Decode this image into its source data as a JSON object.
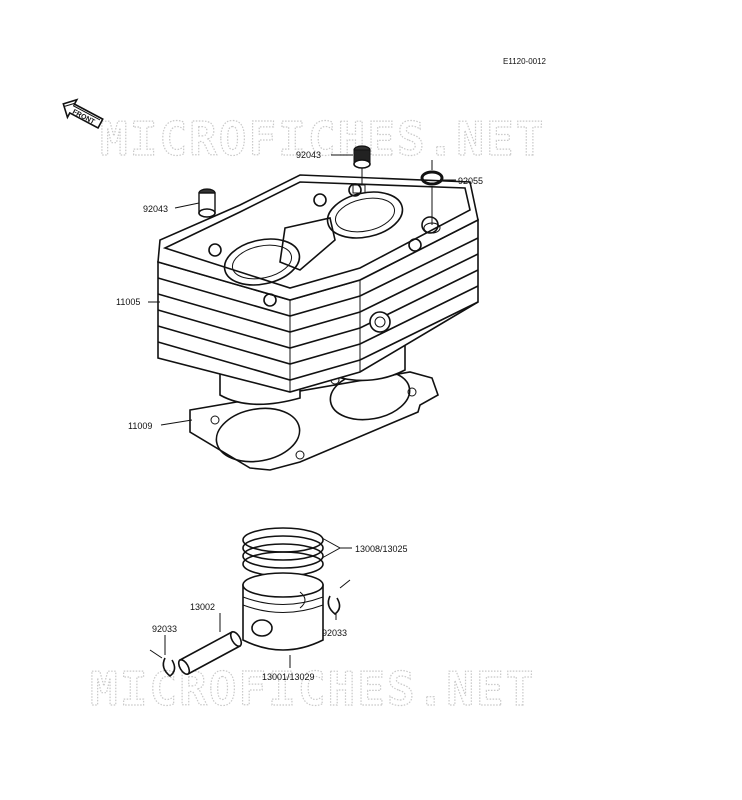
{
  "diagram_code": "E1120-0012",
  "front_label": "FRONT",
  "watermark": "MICROFICHES.NET",
  "parts": {
    "p92043_top": "92043",
    "p92043_left": "92043",
    "p92055": "92055",
    "p11005": "11005",
    "p11009": "11009",
    "p13008": "13008/13025",
    "p13002": "13002",
    "p92033_left": "92033",
    "p92033_right": "92033",
    "p13001": "13001/13029"
  }
}
